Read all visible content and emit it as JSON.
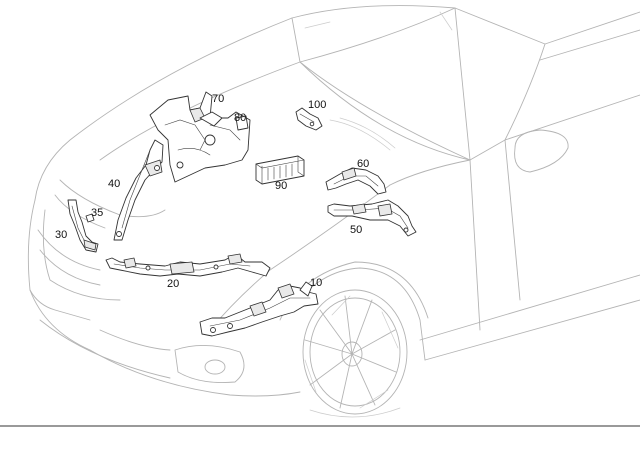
{
  "diagram": {
    "callouts": [
      {
        "id": "10",
        "label": "10"
      },
      {
        "id": "20",
        "label": "20"
      },
      {
        "id": "30",
        "label": "30"
      },
      {
        "id": "35",
        "label": "35"
      },
      {
        "id": "40",
        "label": "40"
      },
      {
        "id": "50",
        "label": "50"
      },
      {
        "id": "60",
        "label": "60"
      },
      {
        "id": "70",
        "label": "70"
      },
      {
        "id": "80",
        "label": "80"
      },
      {
        "id": "90",
        "label": "90"
      },
      {
        "id": "100",
        "label": "100"
      }
    ]
  },
  "colors": {
    "car_outline": "#b4b4b4",
    "part_outline": "#333333",
    "background": "#ffffff"
  }
}
